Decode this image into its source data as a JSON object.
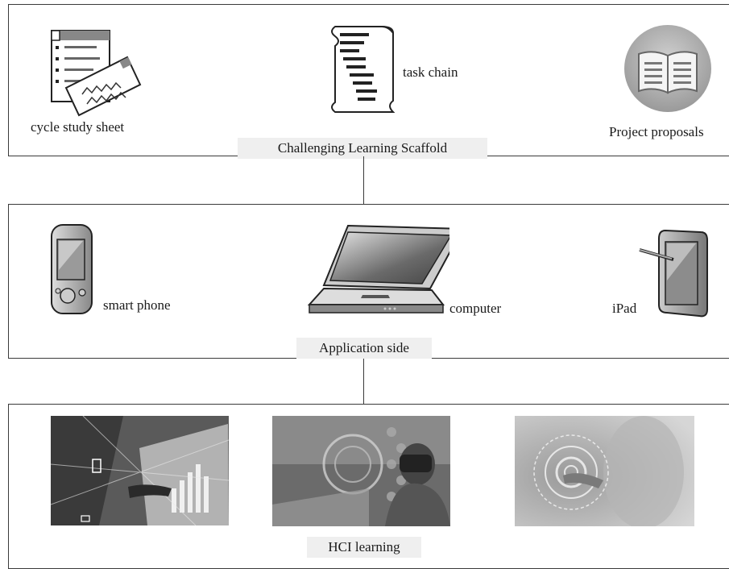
{
  "panels": {
    "scaffold": {
      "caption": "Challenging Learning Scaffold",
      "items": [
        {
          "label": "cycle study sheet",
          "icon": "study-sheet-icon"
        },
        {
          "label": "task chain",
          "icon": "scroll-icon"
        },
        {
          "label": "Project proposals",
          "icon": "open-book-icon"
        }
      ]
    },
    "application": {
      "caption": "Application side",
      "items": [
        {
          "label": "smart phone",
          "icon": "smartphone-icon"
        },
        {
          "label": "computer",
          "icon": "laptop-icon"
        },
        {
          "label": "iPad",
          "icon": "tablet-icon"
        }
      ]
    },
    "hci": {
      "caption": "HCI learning",
      "photos": [
        "touchscreen-data-photo",
        "vr-headset-photo",
        "holographic-interface-photo"
      ]
    }
  },
  "colors": {
    "border": "#3a3a3a",
    "caption_bg": "#efefef",
    "text": "#1a1a1a"
  }
}
